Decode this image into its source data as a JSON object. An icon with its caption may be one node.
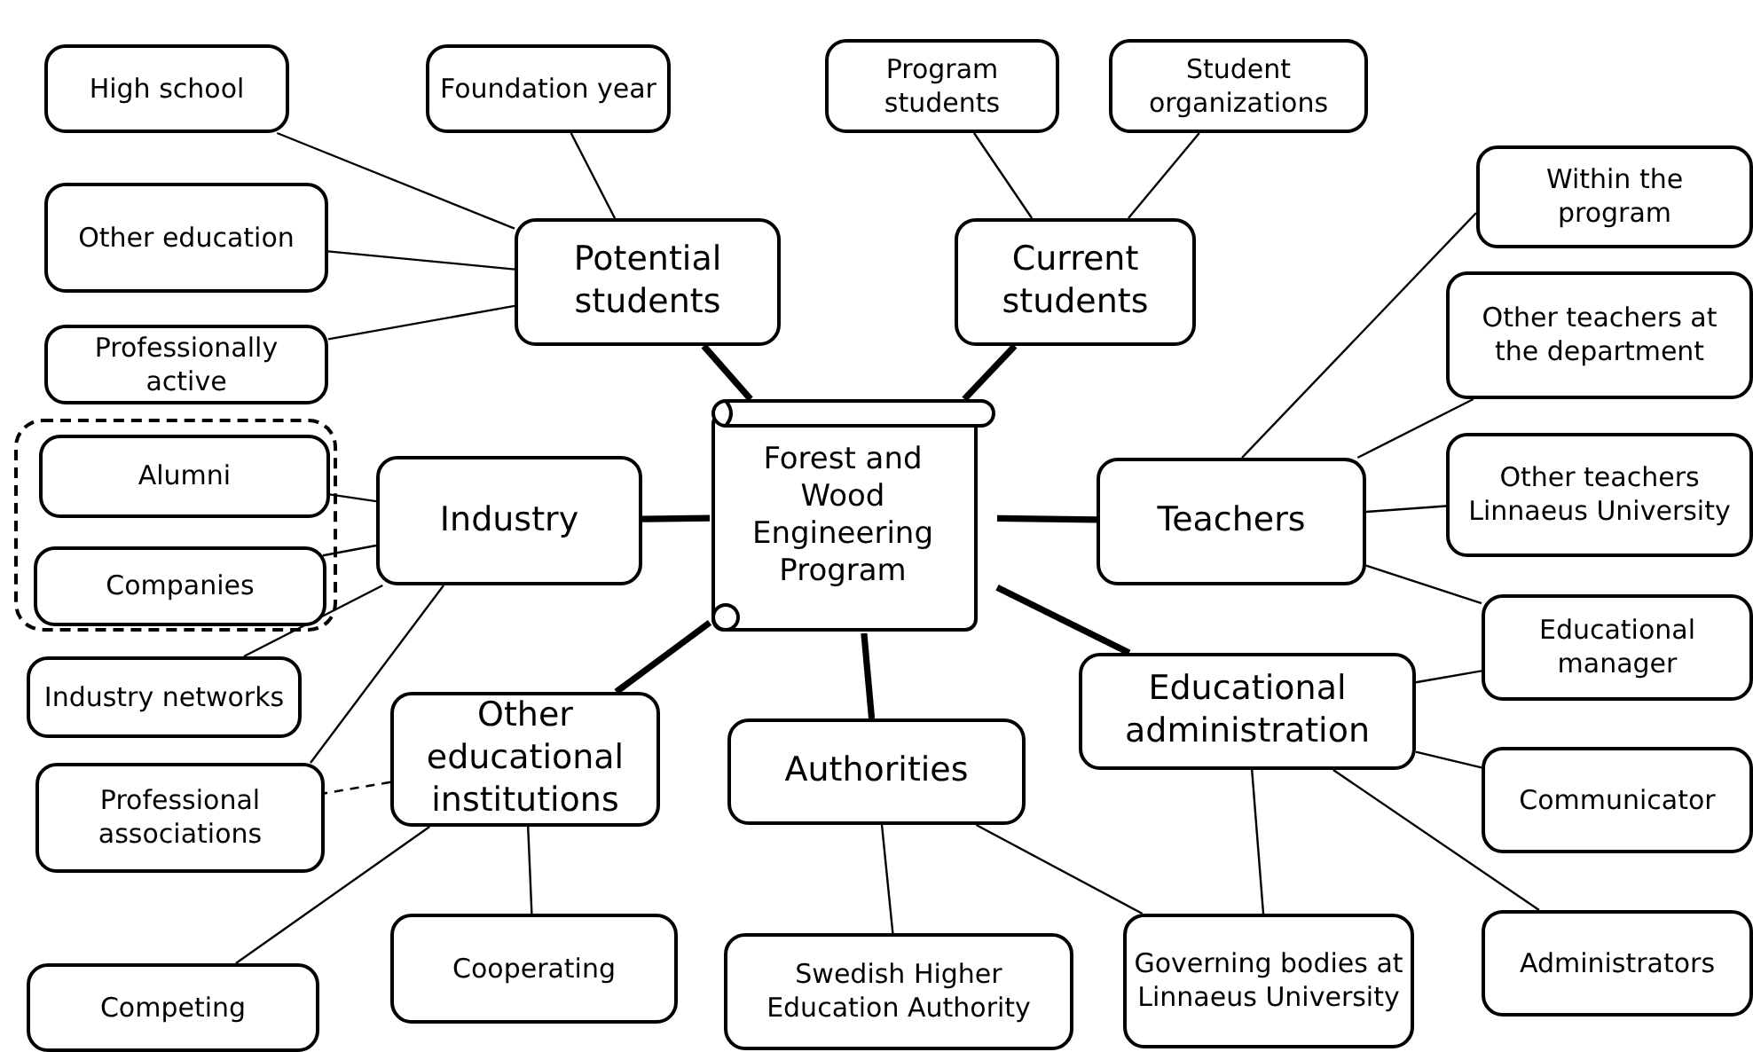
{
  "diagram": {
    "nodes": [
      {
        "text": [
          "High school"
        ]
      },
      {
        "text": [
          "Foundation year"
        ]
      },
      {
        "text": [
          "Program students"
        ]
      },
      {
        "text": [
          "Student organizations"
        ]
      },
      {
        "text": [
          "Other education"
        ]
      },
      {
        "text": [
          "Potential students"
        ]
      },
      {
        "text": [
          "Current students"
        ]
      },
      {
        "text": [
          "Within the program"
        ]
      },
      {
        "text": [
          "Professionally active"
        ]
      },
      {
        "text": [
          "Other teachers at the department"
        ]
      },
      {
        "text": [],
        "shape": "box"
      },
      {
        "text": [
          "Alumni"
        ],
        "in": 10
      },
      {
        "text": [
          "Companies"
        ],
        "in": 10
      },
      {
        "text": [
          "Industry"
        ]
      },
      {
        "text": [
          "Forest and Wood Engineering Program"
        ]
      },
      {
        "text": [
          "Teachers"
        ]
      },
      {
        "text": [
          "Other teachers Linnaeus University"
        ]
      },
      {
        "text": [
          "Industry networks"
        ]
      },
      {
        "text": [
          "Other educational institutions"
        ]
      },
      {
        "text": [
          "Educational manager"
        ]
      },
      {
        "text": [
          "Educational administration"
        ]
      },
      {
        "text": [
          "Authorities"
        ]
      },
      {
        "text": [
          "Professional associations"
        ]
      },
      {
        "text": [
          "Communicator"
        ]
      },
      {
        "text": [
          "Competing"
        ]
      },
      {
        "text": [
          "Cooperating"
        ]
      },
      {
        "text": [
          "Swedish Higher Education Authority"
        ]
      },
      {
        "text": [
          "Governing bodies at Linnaeus University"
        ]
      },
      {
        "text": [
          "Administrators"
        ]
      }
    ],
    "edges": [
      {
        "from": 5,
        "to": 0,
        "arrow": "none"
      },
      {
        "from": 5,
        "to": 1,
        "arrow": "none"
      },
      {
        "from": 5,
        "to": 4,
        "arrow": "none"
      },
      {
        "from": 5,
        "to": 8,
        "arrow": "none"
      },
      {
        "from": 14,
        "to": 5,
        "arrow": "none",
        "style": "thick"
      },
      {
        "from": 14,
        "to": 6,
        "arrow": "none",
        "style": "thick"
      },
      {
        "from": 6,
        "to": 2,
        "arrow": "none"
      },
      {
        "from": 6,
        "to": 3,
        "arrow": "none"
      },
      {
        "from": 14,
        "to": 13,
        "arrow": "none",
        "style": "thick"
      },
      {
        "from": 13,
        "to": 11,
        "arrow": "none"
      },
      {
        "from": 13,
        "to": 12,
        "arrow": "none"
      },
      {
        "from": 13,
        "to": 17,
        "arrow": "none"
      },
      {
        "from": 13,
        "to": 22,
        "arrow": "none"
      },
      {
        "from": 14,
        "to": 18,
        "arrow": "none",
        "style": "thick"
      },
      {
        "from": 18,
        "to": 22,
        "arrow": "none",
        "style": "dashed"
      },
      {
        "from": 18,
        "to": 24,
        "arrow": "none"
      },
      {
        "from": 18,
        "to": 25,
        "arrow": "none"
      },
      {
        "from": 14,
        "to": 21,
        "arrow": "none",
        "style": "thick"
      },
      {
        "from": 21,
        "to": 26,
        "arrow": "none"
      },
      {
        "from": 21,
        "to": 27,
        "arrow": "none"
      },
      {
        "from": 14,
        "to": 15,
        "arrow": "none",
        "style": "thick"
      },
      {
        "from": 14,
        "to": 20,
        "arrow": "none",
        "style": "thick"
      },
      {
        "from": 15,
        "to": 7,
        "arrow": "none"
      },
      {
        "from": 15,
        "to": 9,
        "arrow": "none"
      },
      {
        "from": 15,
        "to": 16,
        "arrow": "none"
      },
      {
        "from": 15,
        "to": 19,
        "arrow": "none"
      },
      {
        "from": 20,
        "to": 19,
        "arrow": "none"
      },
      {
        "from": 20,
        "to": 23,
        "arrow": "none"
      },
      {
        "from": 20,
        "to": 28,
        "arrow": "none"
      },
      {
        "from": 20,
        "to": 27,
        "arrow": "none"
      }
    ]
  }
}
